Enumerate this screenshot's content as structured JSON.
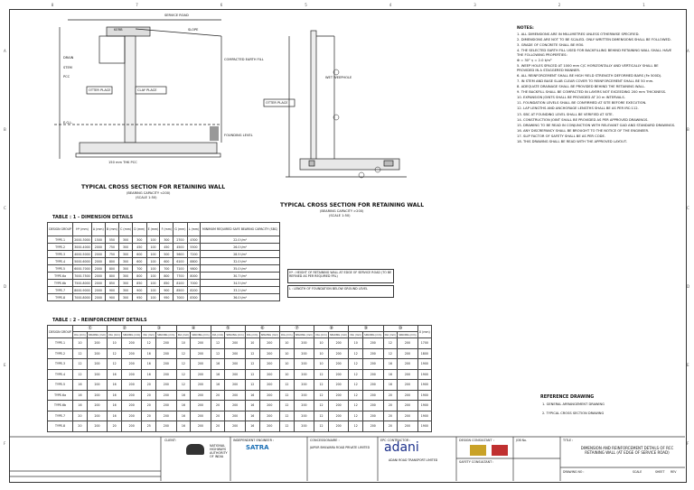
{
  "grid": {
    "top": [
      "8",
      "7",
      "6",
      "5",
      "4",
      "3",
      "2",
      "1"
    ],
    "side": [
      "A",
      "B",
      "C",
      "D",
      "E",
      "F"
    ]
  },
  "section1": {
    "title": "TYPICAL CROSS SECTION FOR RETAINING WALL",
    "sub1": "(BEARING CAPACITY <200)",
    "sub2": "(SCALE 1:50)",
    "labels": [
      "SERVICE ROAD",
      "KERB",
      "STEM",
      "PCC",
      "DRAIN",
      "OTTER PLACE",
      "CLAY PLACE",
      "E.G.L.",
      "FOUNDING LEVEL",
      "SLOPE",
      "COMPACTED EARTH FILL"
    ]
  },
  "section2": {
    "title": "TYPICAL CROSS SECTION FOR RETAINING WALL",
    "sub1": "(BEARING CAPACITY >200)",
    "sub2": "(SCALE 1:50)",
    "labels": [
      "WET WEEPHOLE",
      "OTTER PLACE",
      "150 mm THK PCC"
    ]
  },
  "table1": {
    "title": "TABLE  : 1 - DIMENSION DETAILS",
    "headers": [
      "DESIGN GROUP",
      "H* (mm)",
      "A (mm)",
      "B (mm)",
      "C (mm)",
      "D (mm)",
      "E (mm)",
      "F (mm)",
      "G (mm)",
      "L (mm)",
      "MINIMUM REQUIRED SAFE BEARING CAPACITY (SBC)"
    ],
    "rows": [
      [
        "TYPE-1",
        "2000-3000",
        "1500",
        "550",
        "300",
        "300",
        "100",
        "300",
        "2700",
        "4300",
        "22.0 t/m²"
      ],
      [
        "TYPE-2",
        "3000-4000",
        "2000",
        "750",
        "300",
        "450",
        "100",
        "450",
        "4500",
        "5500",
        "26.0 t/m²"
      ],
      [
        "TYPE-3",
        "4000-5000",
        "2000",
        "750",
        "300",
        "600",
        "100",
        "500",
        "5600",
        "7200",
        "28.5 t/m²"
      ],
      [
        "TYPE-4",
        "5000-6000",
        "2000",
        "800",
        "300",
        "600",
        "100",
        "600",
        "6100",
        "8800",
        "32.0 t/m²"
      ],
      [
        "TYPE-5",
        "6000-7000",
        "2000",
        "800",
        "300",
        "700",
        "100",
        "700",
        "7100",
        "9800",
        "35.0 t/m²"
      ],
      [
        "TYPE-6a",
        "7000-7500",
        "2000",
        "800",
        "300",
        "800",
        "100",
        "800",
        "7700",
        "8000",
        "30.7 t/m²"
      ],
      [
        "TYPE-6b",
        "7500-8000",
        "2000",
        "850",
        "300",
        "850",
        "100",
        "850",
        "8100",
        "7000",
        "34.5 t/m²"
      ],
      [
        "TYPE-7",
        "8000-9000",
        "2000",
        "900",
        "300",
        "900",
        "100",
        "900",
        "8500",
        "8200",
        "33.2 t/m²"
      ],
      [
        "TYPE-8",
        "7000-8000",
        "2000",
        "900",
        "300",
        "950",
        "100",
        "950",
        "7000",
        "8300",
        "36.0 t/m²"
      ]
    ],
    "note1": "H* : HEIGHT OF RETAINING WALL AT EDGE OF SERVICE ROAD (TO BE REFINED AS PER REQUIRED FRL)",
    "note2": "L : LENGTH OF FOUNDATION BELOW GROUND LEVEL"
  },
  "table2": {
    "title": "TABLE  : 2 - REINFORCEMENT DETAILS",
    "bar_marks": [
      "①",
      "②",
      "③",
      "④",
      "⑤",
      "⑥",
      "⑦",
      "⑧",
      "⑨",
      "⑩"
    ],
    "sub": [
      "DIA (mm)",
      "SPACING (mm)"
    ],
    "rows": [
      [
        "TYPE-1",
        "10",
        "200",
        "10",
        "200",
        "12",
        "200",
        "10",
        "200",
        "12",
        "200",
        "10",
        "200",
        "10",
        "200",
        "10",
        "200",
        "10",
        "200",
        "12",
        "200",
        "1700"
      ],
      [
        "TYPE-2",
        "12",
        "200",
        "12",
        "200",
        "16",
        "200",
        "12",
        "200",
        "12",
        "200",
        "12",
        "200",
        "10",
        "200",
        "10",
        "200",
        "12",
        "200",
        "12",
        "200",
        "1800"
      ],
      [
        "TYPE-3",
        "12",
        "200",
        "12",
        "200",
        "16",
        "200",
        "12",
        "200",
        "16",
        "200",
        "12",
        "200",
        "10",
        "200",
        "10",
        "200",
        "12",
        "200",
        "16",
        "200",
        "1900"
      ],
      [
        "TYPE-4",
        "12",
        "200",
        "16",
        "200",
        "16",
        "200",
        "12",
        "200",
        "16",
        "200",
        "12",
        "200",
        "10",
        "200",
        "12",
        "200",
        "12",
        "200",
        "16",
        "200",
        "1900"
      ],
      [
        "TYPE-5",
        "16",
        "200",
        "16",
        "200",
        "20",
        "200",
        "12",
        "200",
        "16",
        "200",
        "12",
        "200",
        "12",
        "200",
        "12",
        "200",
        "12",
        "200",
        "16",
        "200",
        "1900"
      ],
      [
        "TYPE-6a",
        "16",
        "200",
        "16",
        "200",
        "20",
        "200",
        "16",
        "200",
        "20",
        "200",
        "16",
        "200",
        "12",
        "200",
        "12",
        "200",
        "12",
        "200",
        "20",
        "200",
        "1900"
      ],
      [
        "TYPE-6b",
        "16",
        "200",
        "16",
        "200",
        "20",
        "200",
        "16",
        "200",
        "20",
        "200",
        "16",
        "200",
        "12",
        "200",
        "12",
        "200",
        "12",
        "200",
        "20",
        "200",
        "1900"
      ],
      [
        "TYPE-7",
        "20",
        "200",
        "16",
        "200",
        "20",
        "200",
        "16",
        "200",
        "20",
        "200",
        "16",
        "200",
        "12",
        "200",
        "12",
        "200",
        "12",
        "200",
        "20",
        "200",
        "1900"
      ],
      [
        "TYPE-8",
        "20",
        "200",
        "20",
        "200",
        "25",
        "200",
        "16",
        "200",
        "20",
        "200",
        "16",
        "200",
        "12",
        "200",
        "12",
        "200",
        "12",
        "200",
        "20",
        "200",
        "1900"
      ]
    ]
  },
  "notes": {
    "title": "NOTES:",
    "items": [
      "1. ALL DIMENSIONS ARE IN MILLIMETRES UNLESS OTHERWISE SPECIFIED.",
      "2. DIMENSIONS ARE NOT TO BE SCALED. ONLY WRITTEN DIMENSIONS SHALL BE FOLLOWED.",
      "3. GRADE OF CONCRETE SHALL BE M30.",
      "4. THE SELECTED EARTH FILL USED FOR BACKFILLING BEHIND RETAINING WALL SHALL HAVE THE FOLLOWING PROPERTIES:",
      "Φ = 30°   γ = 2.0 t/m³",
      "5. WEEP HOLES SPACED AT 1000 mm C/C HORIZONTALLY AND VERTICALLY SHALL BE PROVIDED IN A STAGGERED MANNER.",
      "6. ALL REINFORCEMENT SHALL BE HIGH YIELD STRENGTH DEFORMED BARS (Fe 500D).",
      "7. IN STEM AND BASE SLAB CLEAR COVER TO REINFORCEMENT SHALL BE 50 mm.",
      "8. ADEQUATE DRAINAGE SHALL BE PROVIDED BEHIND THE RETAINING WALL.",
      "9. THE BACKFILL SHALL BE COMPACTED IN LAYERS NOT EXCEEDING 200 mm THICKNESS.",
      "10. EXPANSION JOINTS SHALL BE PROVIDED AT 20 m INTERVALS.",
      "11. FOUNDATION LEVELS SHALL BE CONFIRMED AT SITE BEFORE EXECUTION.",
      "12. LAP LENGTHS AND ANCHORAGE LENGTHS SHALL BE AS PER IRC:112.",
      "13. SBC AT FOUNDING LEVEL SHALL BE VERIFIED AT SITE.",
      "14. CONSTRUCTION JOINT SHALL BE PROVIDED AS PER APPROVED DRAWINGS.",
      "15. DRAWING TO BE READ IN CONJUNCTION WITH RELEVANT GAD AND STANDARD DRAWINGS.",
      "16. ANY DISCREPANCY SHALL BE BROUGHT TO THE NOTICE OF THE ENGINEER.",
      "17. SLIP FACTOR OF SAFETY SHALL BE AS PER CODE.",
      "18. THIS DRAWING SHALL BE READ WITH THE APPROVED LAYOUT."
    ],
    "ref_title": "REFERENCE DRAWING",
    "refs": [
      "1. GENERAL ARRANGEMENT DRAWING",
      "2. TYPICAL CROSS SECTION DRAWING"
    ]
  },
  "titleblock": {
    "client": "CLIENT:",
    "client_name": "NATIONAL HIGHWAYS AUTHORITY OF INDIA",
    "ie": "INDEPENDENT ENGINEER :",
    "ie_name": "SATRA",
    "concessionaire": "CONCESSIONAIRE :",
    "concessionaire_name": "JAIPUR BHILWARA ROAD PRIVATE LIMITED",
    "epc": "EPC CONTRACTOR :",
    "epc_name": "adani",
    "epc_sub": "ADANI ROAD TRANSPORT LIMITED",
    "design": "DESIGN CONSULTANT :",
    "safety": "SAFETY CONSULTANT :",
    "drg_title": "DIMENSION AND REINFORCEMENT DETAILS OF RCC RETAINING WALL (AT EDGE OF SERVICE ROAD)",
    "title_lbl": "TITLE :",
    "drg_no_lbl": "DRAWING NO :",
    "job_no": "JOB No.",
    "scale": "SCALE",
    "sheet": "SHEET",
    "rev": "REV"
  }
}
